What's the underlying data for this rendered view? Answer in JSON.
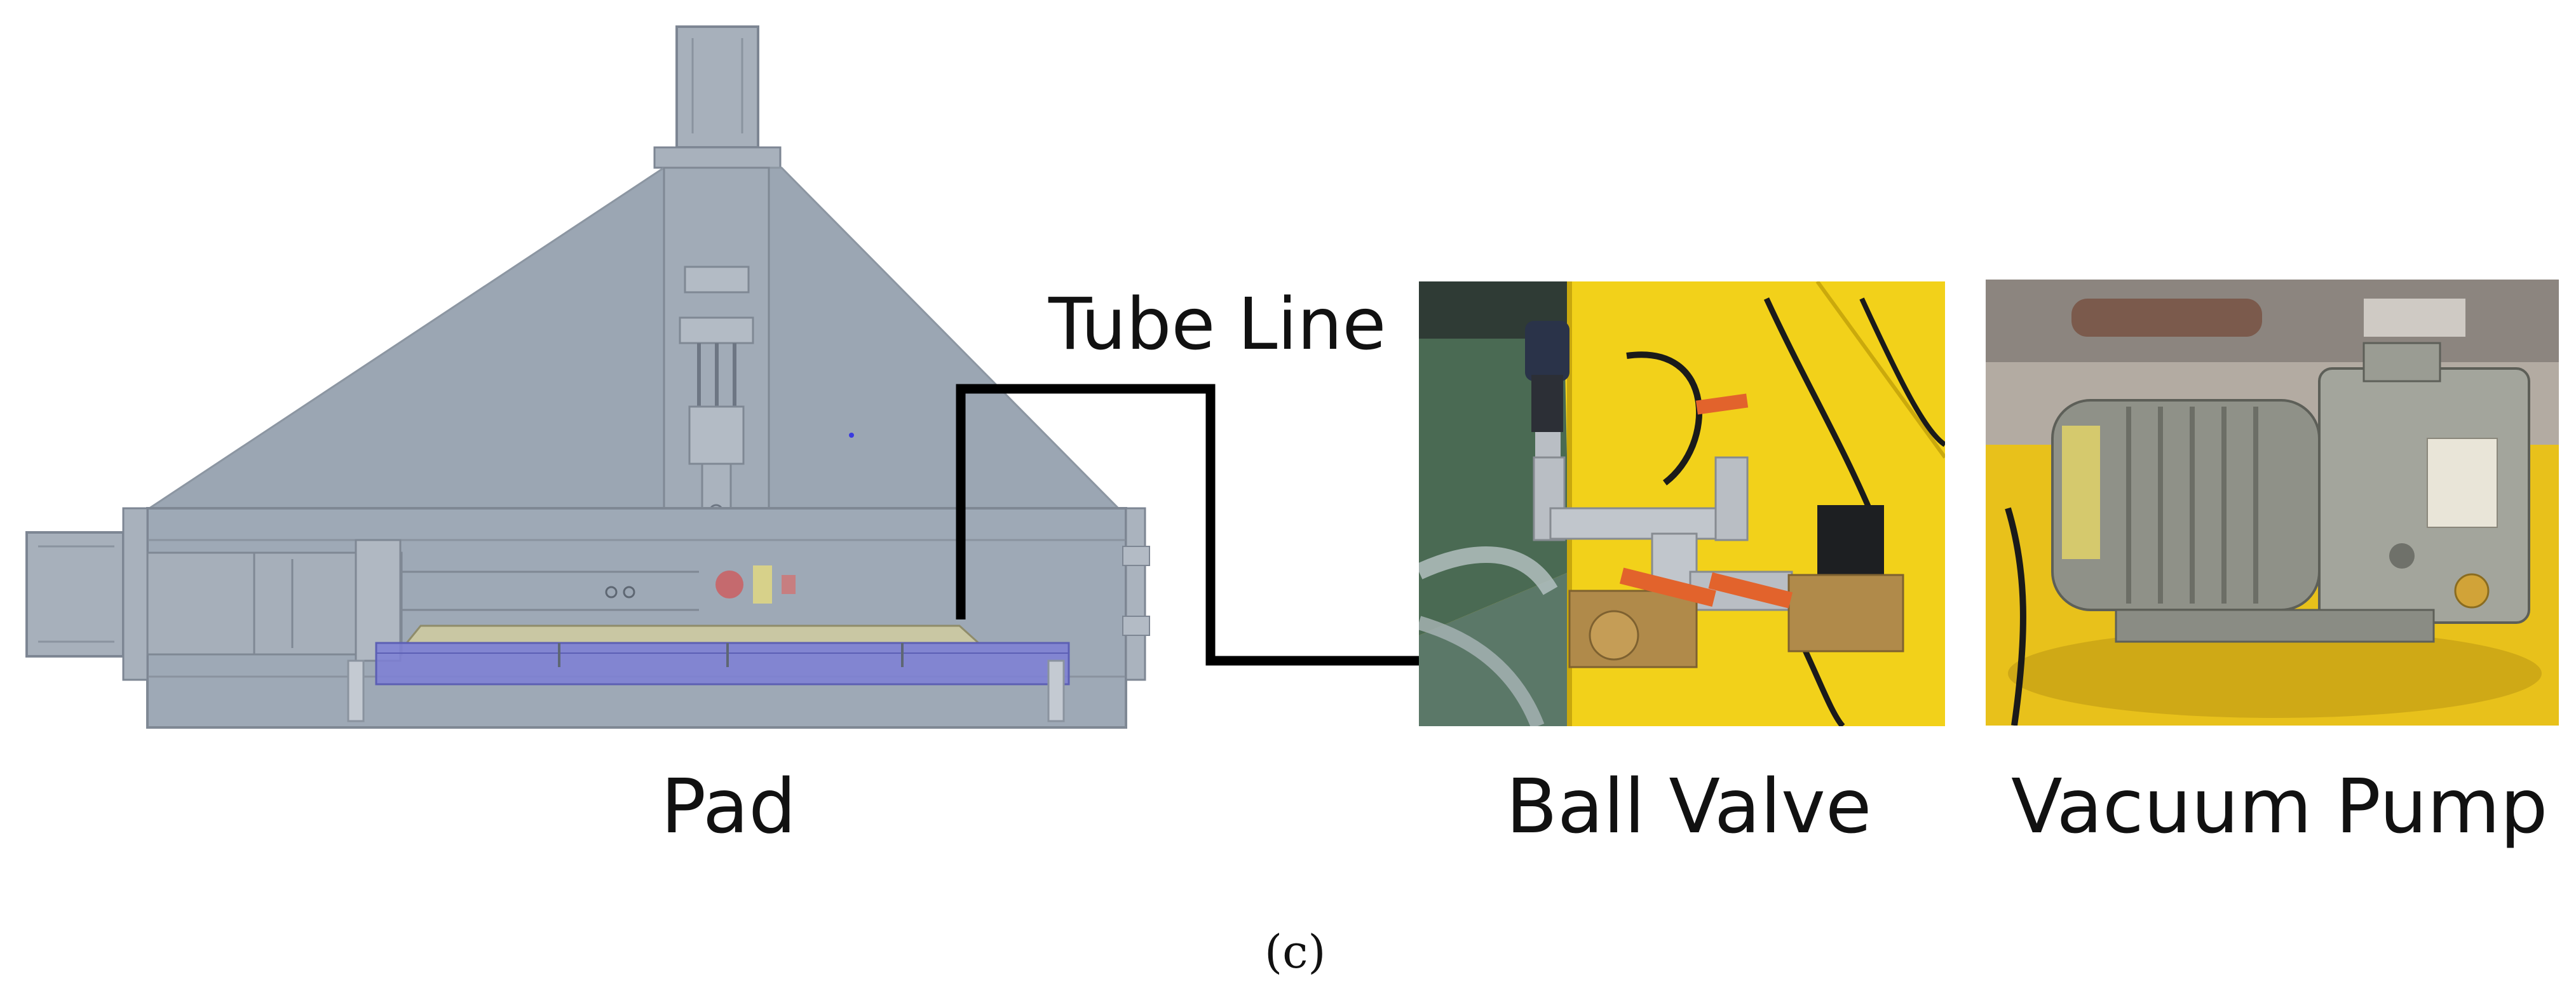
{
  "labels": {
    "tube_line": "Tube Line",
    "pad": "Pad",
    "ball_valve": "Ball Valve",
    "vacuum_pump": "Vacuum Pump",
    "caption": "(c)"
  },
  "colors": {
    "machine_body": "#9ba6b3",
    "machine_frame": "#a8b1bc",
    "pad_plate": "#c9c7a3",
    "pad_blue": "#7c7fd6",
    "tube_line": "#000000",
    "valve_bg_yellow": "#f2d11a",
    "valve_floor_green": "#4a6a53",
    "brass": "#b08a4a",
    "pump_gray": "#8f9188",
    "handle_orange": "#e2632c"
  },
  "icons": {
    "machine": "machine-cad-drawing",
    "ball_valve": "ball-valve-photo",
    "vacuum_pump": "vacuum-pump-photo"
  }
}
